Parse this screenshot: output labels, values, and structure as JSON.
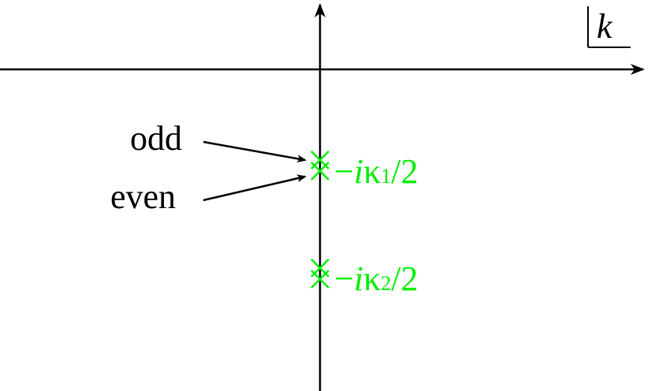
{
  "plane": {
    "variable": "k"
  },
  "poles": [
    {
      "minus": "−",
      "i": "i",
      "kappa": "κ",
      "subscript": "1",
      "rest": "/2",
      "mark_count": 2
    },
    {
      "minus": "−",
      "i": "i",
      "kappa": "κ",
      "subscript": "2",
      "rest": "/2",
      "mark_count": 2
    }
  ],
  "annotations": {
    "odd": "odd",
    "even": "even"
  },
  "colors": {
    "axis": "#000000",
    "pole": "#00ee00",
    "text": "#000000"
  }
}
